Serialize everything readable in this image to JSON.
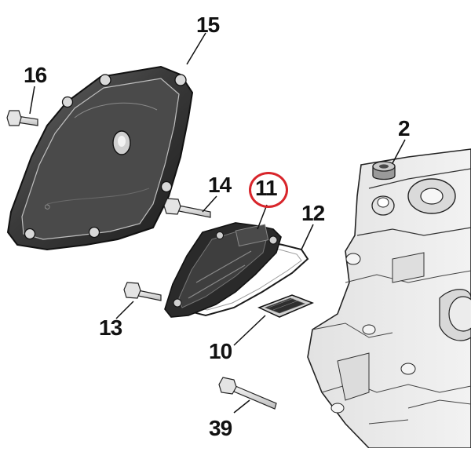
{
  "diagram": {
    "callouts": [
      {
        "id": "c15",
        "label": "15"
      },
      {
        "id": "c16",
        "label": "16"
      },
      {
        "id": "c2",
        "label": "2"
      },
      {
        "id": "c14",
        "label": "14"
      },
      {
        "id": "c11",
        "label": "11",
        "highlighted": true
      },
      {
        "id": "c12",
        "label": "12"
      },
      {
        "id": "c13",
        "label": "13"
      },
      {
        "id": "c10",
        "label": "10"
      },
      {
        "id": "c39",
        "label": "39"
      }
    ],
    "colors": {
      "highlight": "#d8252b",
      "part_dark": "#2b2b2b",
      "part_light": "#e6e6e6",
      "outline": "#1a1a1a"
    }
  }
}
